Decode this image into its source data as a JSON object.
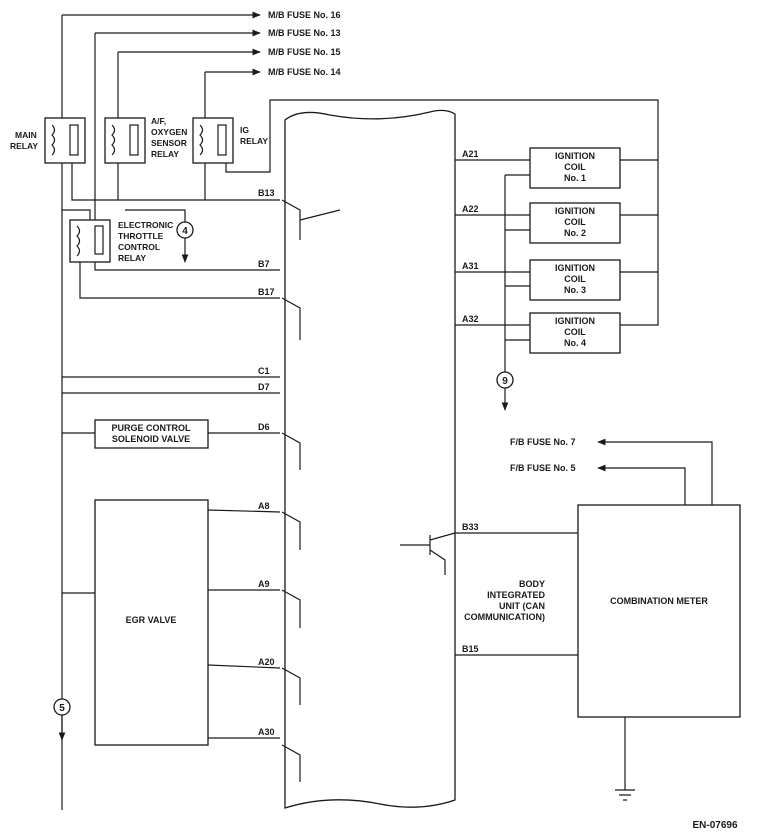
{
  "fuses": [
    "M/B FUSE No. 16",
    "M/B FUSE No. 13",
    "M/B FUSE No. 15",
    "M/B FUSE No. 14"
  ],
  "relays": {
    "main": [
      "MAIN",
      "RELAY"
    ],
    "af": [
      "A/F,",
      "OXYGEN",
      "SENSOR",
      "RELAY"
    ],
    "ig": [
      "IG",
      "RELAY"
    ],
    "etc": [
      "ELECTRONIC",
      "THROTTLE",
      "CONTROL",
      "RELAY"
    ]
  },
  "pins_left": [
    "B13",
    "B7",
    "B17",
    "C1",
    "D7",
    "D6",
    "A8",
    "A9",
    "A20",
    "A30"
  ],
  "pins_right": [
    "A21",
    "A22",
    "A31",
    "A32",
    "B33",
    "B15"
  ],
  "coils": [
    [
      "IGNITION",
      "COIL",
      "No. 1"
    ],
    [
      "IGNITION",
      "COIL",
      "No. 2"
    ],
    [
      "IGNITION",
      "COIL",
      "No. 3"
    ],
    [
      "IGNITION",
      "COIL",
      "No. 4"
    ]
  ],
  "purge": [
    "PURGE CONTROL",
    "SOLENOID VALVE"
  ],
  "egr": "EGR VALVE",
  "fb_fuses": [
    "F/B FUSE No. 7",
    "F/B FUSE No. 5"
  ],
  "combination_meter": "COMBINATION METER",
  "body_unit": [
    "BODY",
    "INTEGRATED",
    "UNIT (CAN",
    "COMMUNICATION)"
  ],
  "connectors": [
    "4",
    "9",
    "5"
  ],
  "figure_id": "EN-07696"
}
